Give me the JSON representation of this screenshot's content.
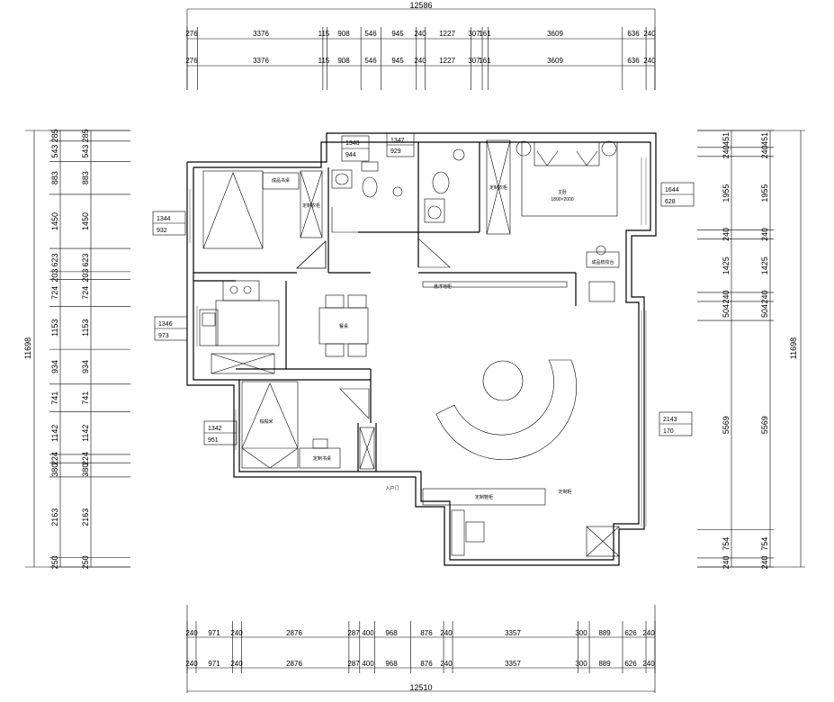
{
  "dimensions": {
    "top_total": "12586",
    "top": [
      "276",
      "3376",
      "115",
      "908",
      "546",
      "945",
      "240",
      "1227",
      "307",
      "161",
      "3609",
      "636",
      "240"
    ],
    "bottom": [
      "240",
      "971",
      "240",
      "2876",
      "287",
      "400",
      "968",
      "876",
      "240",
      "3357",
      "300",
      "889",
      "626",
      "240"
    ],
    "bottom_total": "12510",
    "left": [
      "285",
      "543",
      "883",
      "1450",
      "623",
      "203",
      "724",
      "1153",
      "934",
      "741",
      "1142",
      "224",
      "380",
      "2163",
      "250"
    ],
    "left_total": "11698",
    "right": [
      "451",
      "240",
      "1955",
      "240",
      "1425",
      "240",
      "504",
      "5569",
      "754",
      "240"
    ],
    "right_total": "11698"
  },
  "window_tags": [
    {
      "a": "1340",
      "b": "944"
    },
    {
      "a": "1347",
      "b": "929"
    },
    {
      "a": "1344",
      "b": "932"
    },
    {
      "a": "1346",
      "b": "973"
    },
    {
      "a": "1342",
      "b": "951"
    },
    {
      "a": "1644",
      "b": "628"
    },
    {
      "a": "2143",
      "b": "170"
    }
  ],
  "labels": {
    "bookshelf_top": "成品书桌",
    "wardrobe_top": "定制衣柜",
    "master_bed": "主卧",
    "bed_size": "1800×2000",
    "dresser": "成品梳妆台",
    "floating_floor": "悬浮地柜",
    "dining": "餐桌",
    "tatami": "榻榻米",
    "desk_bottom": "定制书桌",
    "entrance": "入户门",
    "cabinet": "定制鞋柜",
    "wall_cab": "定制柜",
    "wardrobe_master": "定制衣柜"
  }
}
